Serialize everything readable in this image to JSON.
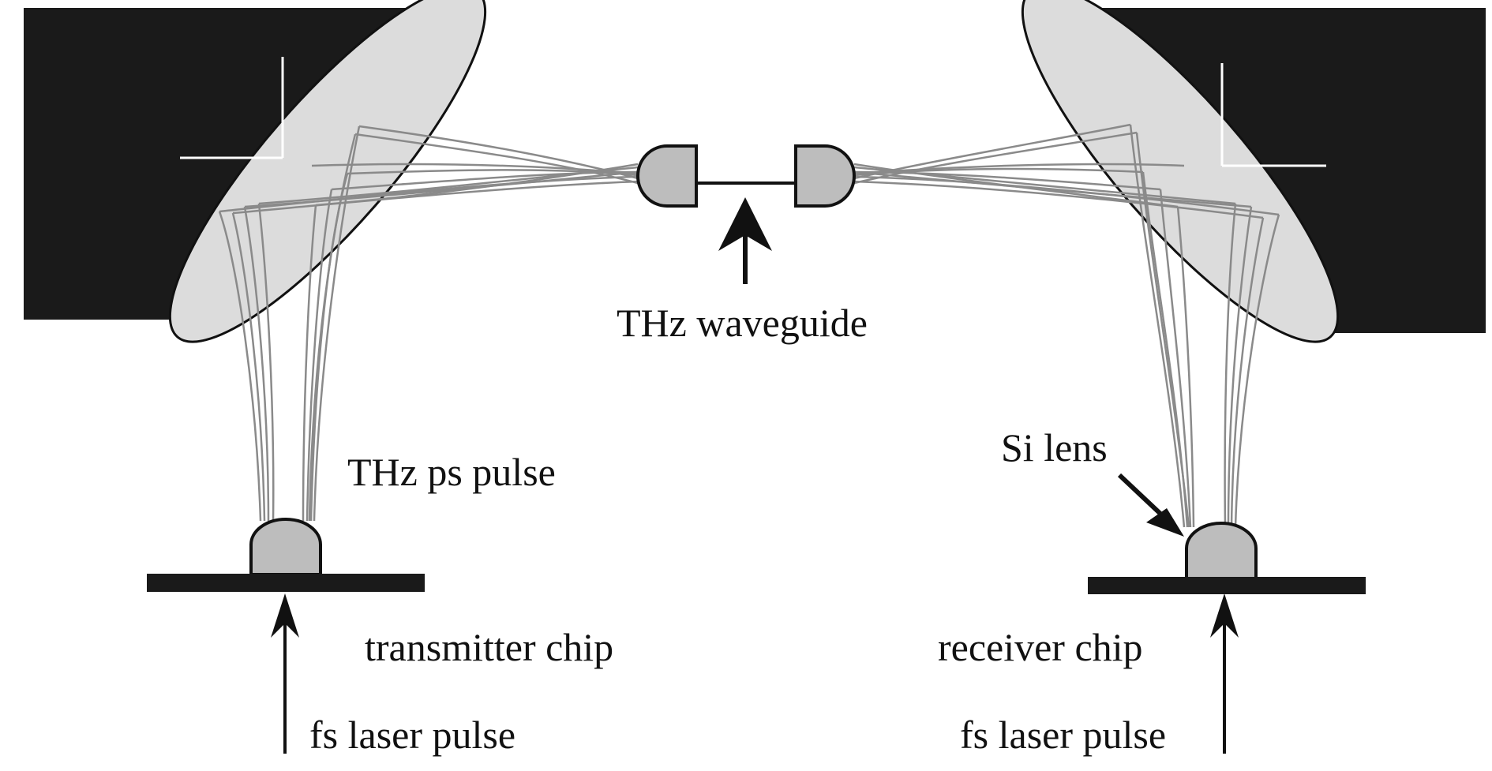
{
  "labels": {
    "waveguide": "THz waveguide",
    "thz_pulse": "THz ps pulse",
    "si_lens": "Si lens",
    "transmitter_chip": "transmitter chip",
    "receiver_chip": "receiver chip",
    "laser_left": "fs laser pulse",
    "laser_right": "fs laser pulse"
  },
  "colors": {
    "mirror_block": "#1a1a1a",
    "mirror_surface": "#dcdcdc",
    "lens_fill": "#bdbdbd",
    "ray": "#8a8a8a",
    "outline": "#111111"
  }
}
